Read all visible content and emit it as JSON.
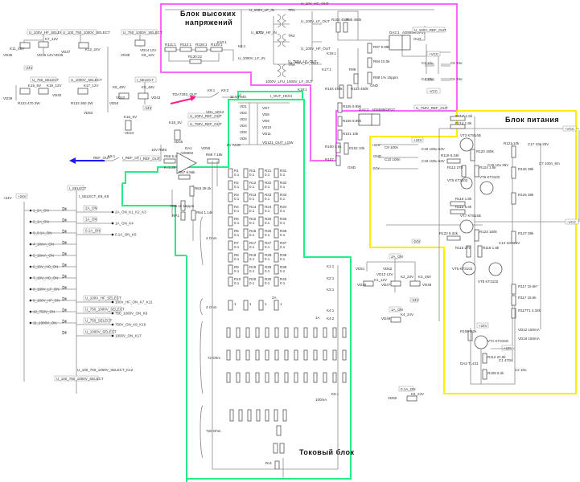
{
  "blocks": {
    "high_voltage": {
      "title_line1": "Блок высоких",
      "title_line2": "напряжений",
      "color": "#ff66ff"
    },
    "power": {
      "title": "Блок питания",
      "color": "#ffee00"
    },
    "current": {
      "title": "Токовый блок",
      "color": "#22ee88"
    }
  },
  "arrows": {
    "ref_out_color": "#1a1aff",
    "tda_pointer_color": "#ff1a88"
  },
  "net_labels": {
    "u100v_hf_select": "U_100V_HF_SELECT",
    "u100_750_1000v_select": "U_100_750_1000V_SELECT",
    "u750_1000v_select": "U_750_1000V_SELECT",
    "u750_select": "U_750_SELECT",
    "u1000v_select": "U_1000V_SELECT",
    "i_select": "I_SELECT",
    "i_select_top": "I_SELECT",
    "u10v_hc_out": "U_10V_HC_OUT",
    "u100v_lf_in": "U_100V_LF_IN",
    "u100v_hf_in": "U_100V_HF_IN",
    "u1000v_lf_in": "U_1000V_LF_IN",
    "u750v_lf_out_tr": "U_750V_LF_OUT",
    "u1000v_lfu": "1000V_LFU_1000V_LF_OUT",
    "u100v_lf_out": "U_100V_LF_OUT",
    "u100v_hf_out": "U_100V_HF_OUT",
    "u750v_lf_out": "U_750V_LF_OUT",
    "u100v_ref_out": "U_100V_REF_OUT",
    "u750v_ref_out": "U_750V_REF_OUT",
    "u100v_ref_out_mid": "U_100V_REF_OUT",
    "u750v_ref_out_mid": "U_750V_REF_OUT",
    "tda_out": "TDA7293_OUT",
    "ref_out": "REF_OUT",
    "i_ref_out": "I_REF_OUT",
    "i_ref_out_box": "I_REF_OUT",
    "i_out_high": "I_OUT_HIGH",
    "vd121_out_low": "VD121_OUT_LOW",
    "v11_rms": "11 V RMS",
    "v10_rms": "10V RMS",
    "v8_rms": "8V RMS",
    "plus_vcc": "+VCC",
    "minus_vcc": "-VCC",
    "plus_24v": "+24V",
    "minus_24v": "-24V",
    "plus_18v": "+18V",
    "gnd": "GND",
    "out": "OUT",
    "i_select_k8_k9": "I_SELECT_K8_K9",
    "u_100_750_1000v_select_k12": "U_100_750_1000V_SELECT_K12",
    "u_100_750_1000v_select_box": "U_100_750_1000V_SELECT"
  },
  "selectors": [
    {
      "name": "1_2A_ON",
      "out": "2A_ON_K1_K2_K3",
      "box": "2A_ON"
    },
    {
      "name": "2_1A_ON",
      "out": "1A_ON_K4",
      "box": "1A_ON"
    },
    {
      "name": "3_0.1A_ON",
      "out": "0.1A_ON_K5",
      "box": "0.1A_ON"
    },
    {
      "name": "4_10mA_ON",
      "out": "",
      "box": ""
    },
    {
      "name": "5_10mA_ON",
      "out": "",
      "box": ""
    },
    {
      "name": "6_10V_HC_ON",
      "out": "",
      "box": ""
    },
    {
      "name": "7_10V_HC_ON",
      "out": "",
      "box": ""
    },
    {
      "name": "8_100V_LF_ON",
      "out": "",
      "box": ""
    },
    {
      "name": "9_100V_HF_ON",
      "out": "100V_HF_ON_K7_K11",
      "box": "U_100V_HF_SELECT"
    },
    {
      "name": "10_750V_ON",
      "out": "750_1000V_ON_K6",
      "box": "U_750_1000V_SELECT"
    },
    {
      "name": "11_1000V_ON",
      "out": "750V_ON_K8_K10",
      "box": "U_750_SELECT"
    },
    {
      "name": "",
      "out": "1000V_ON_K17",
      "box": "U_1000V_SELECT"
    }
  ],
  "relays": {
    "k11": "K11_48V",
    "k7": "K7_12V",
    "k12": "K12_24V",
    "k14": "K8_12V",
    "k15": "K15_6V",
    "k19": "K19_12V",
    "k17": "K17_12V",
    "k8": "K8_48V",
    "k9": "K9_48V",
    "k16": "K16_5V",
    "k18": "K18_5V",
    "k1": "K1_12V",
    "k2": "K2_24V",
    "k3": "K3_48V",
    "k4": "K4_24V",
    "k5": "K5_24V"
  },
  "components": {
    "tr1": "TR1",
    "tr2": "TR2",
    "tr3": "TR3",
    "da1": "DA1",
    "da1_part": "AD8692",
    "da2_1": "DA2:1",
    "da2_2": "DA2:2",
    "da2_part": "AD8599/OP27",
    "vt3": "VT3 KT814B",
    "vt5": "VT5 KT3102",
    "vt6": "VT6 KT3102",
    "vt7": "VT7 KT814B",
    "vt8": "VT8 KT3102",
    "vt1": "VT1 KT315G",
    "da3": "DA3 TL431",
    "k_gain": "K=1.25",
    "r66": "R66 6.2",
    "r67": "R67 8.66k",
    "r68": "R68 7.15k",
    "r114": "R114' 1.5k",
    "r114b": "R114 1.8k",
    "r119": "R119 6.34k",
    "r122": "R122 6.34k",
    "r121": "R121 10k",
    "c17": "C17 10u 25V",
    "c7": "C7 100n_6m",
    "c16": "C16 10u 25V",
    "c14": "C14 10u 25V",
    "c9": "C9 100n",
    "c10": "C10 100n",
    "c18": "C18 100u 63V",
    "c19": "C19 100u 63V",
    "c3": "C3 10u",
    "c4": "C4 10u",
    "c5": "C5 10u",
    "c6": "C6 10u",
    "c1": "C1 470n",
    "c2": "C2 10u",
    "vd12": "VD12 150mA",
    "vd16": "VD16 150mA",
    "vd15": "VD15 12V",
    "vd14": "VD14 12V",
    "vd13": "VD13 12V",
    "range_4ohm": "4 Ohm",
    "range_72ohm": "72 Ohm",
    "range_720ohm": "720 Ohm",
    "i_2a": "2A",
    "i_1a": "1A",
    "i_100ma": "100mA",
    "k4_1": "K4:1",
    "k4_2": "K4:2",
    "k5_1": "K5:1",
    "k1_1": "K1:1",
    "k2_1": "K2:1",
    "k3_1": "K3:1",
    "rv1": "Rv1"
  },
  "shunt_values": {
    "col": "0.1",
    "r4": "1",
    "r72": "174",
    "r720": "100"
  }
}
